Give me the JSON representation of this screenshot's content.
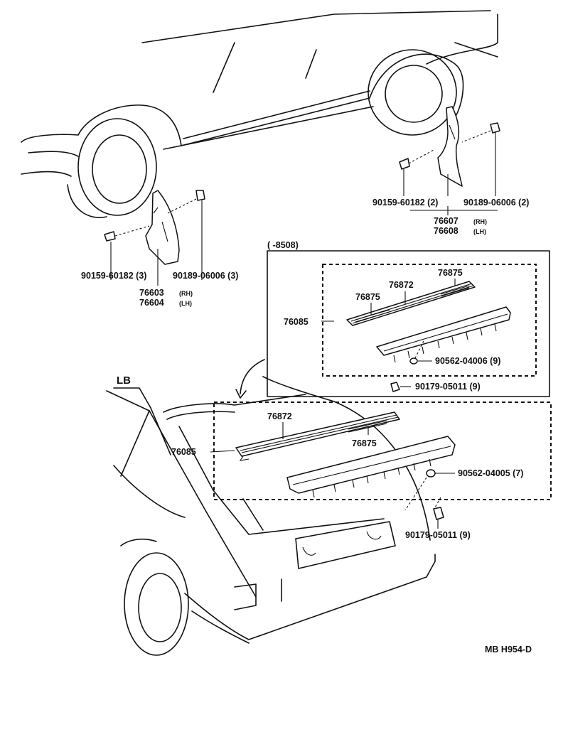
{
  "front_mudguard": {
    "screw": "90159-60182 (3)",
    "clip": "90189-06006 (3)",
    "part_rh": "76603",
    "rh": "(RH)",
    "part_lh": "76604",
    "lh": "(LH)"
  },
  "rear_mudguard": {
    "screw": "90159-60182 (2)",
    "clip": "90189-06006 (2)",
    "part_rh": "76607",
    "rh": "(RH)",
    "part_lh": "76608",
    "lh": "(LH)"
  },
  "inset": {
    "date_range": "(      -8508)",
    "spoiler_assy": "76085",
    "stripe_left": "76875",
    "stripe_center": "76872",
    "stripe_right": "76875",
    "nut": "90562-04006 (9)",
    "clip": "90179-05011 (9)"
  },
  "main_spoiler": {
    "body_code": "LB",
    "spoiler_assy": "76085",
    "stripe": "76872",
    "stripe_small": "76875",
    "nut": "90562-04005 (7)",
    "clip": "90179-05011 (9)"
  },
  "footer": {
    "code": "MB  H954-D"
  }
}
